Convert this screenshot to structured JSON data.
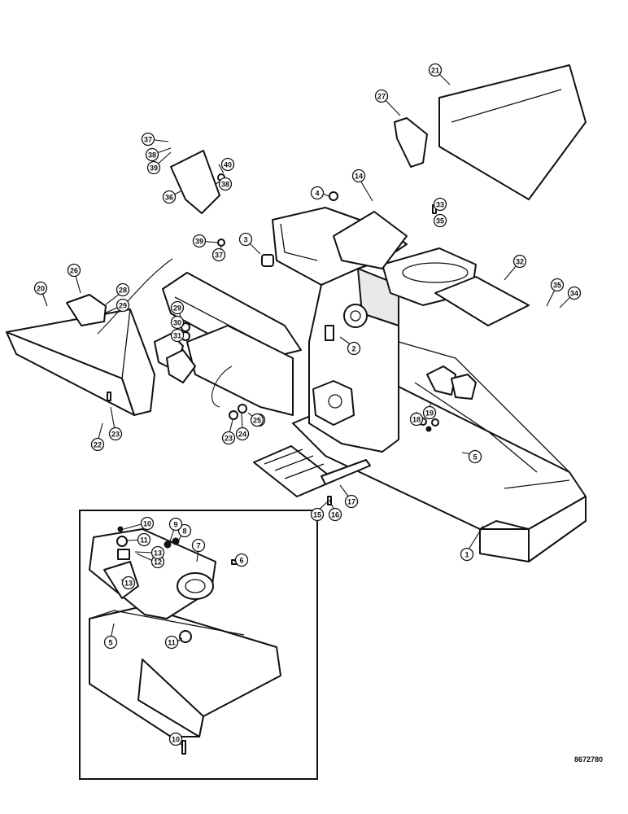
{
  "drawing": {
    "reference_code": "8672780",
    "main_callouts": [
      "1",
      "2",
      "3",
      "4",
      "5",
      "14",
      "15",
      "16",
      "17",
      "18",
      "19",
      "20",
      "21",
      "22",
      "23",
      "24",
      "25",
      "23",
      "25",
      "26",
      "27",
      "28",
      "29",
      "29",
      "30",
      "31",
      "32",
      "33",
      "34",
      "35",
      "35",
      "36",
      "37",
      "37",
      "38",
      "38",
      "39",
      "39",
      "40"
    ],
    "inset_callouts": [
      "5",
      "6",
      "7",
      "8",
      "9",
      "10",
      "10",
      "11",
      "11",
      "12",
      "13",
      "13"
    ]
  }
}
